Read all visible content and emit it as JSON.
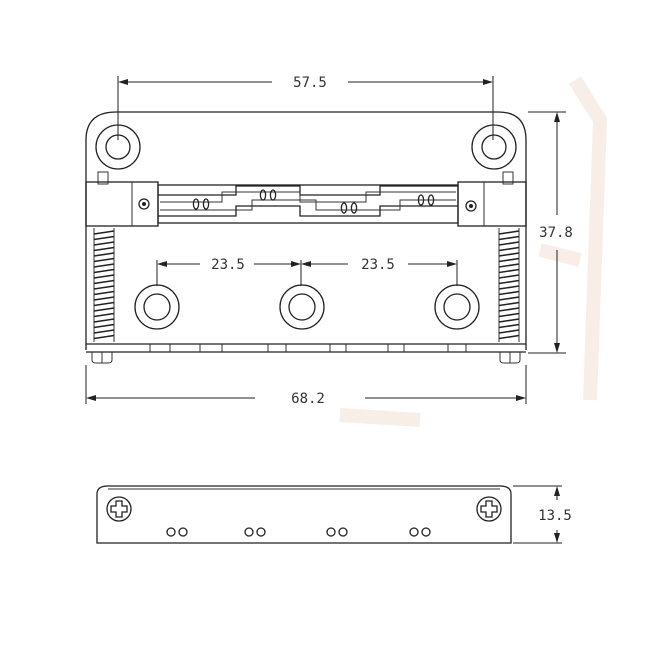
{
  "dimensions": {
    "hole_spacing_top": "57.5",
    "height": "37.8",
    "spacing_left": "23.5",
    "spacing_right": "23.5",
    "width": "68.2",
    "side_height": "13.5"
  },
  "colors": {
    "line": "#222222",
    "text": "#333333",
    "background": "#ffffff"
  }
}
